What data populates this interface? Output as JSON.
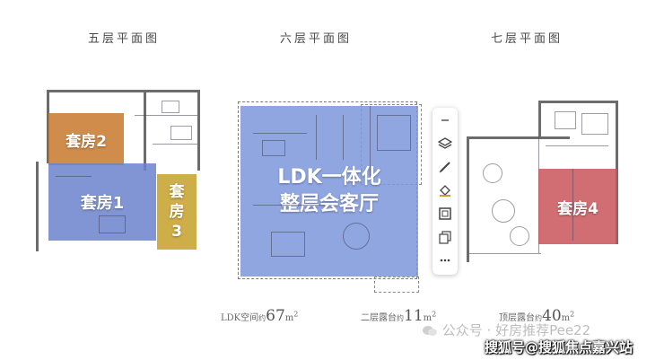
{
  "floors": {
    "fifth": {
      "title": "五层平面图"
    },
    "sixth": {
      "title": "六层平面图"
    },
    "seventh": {
      "title": "七层平面图"
    }
  },
  "rooms": {
    "suite2": {
      "label": "套房2",
      "color": "#c8782c"
    },
    "suite1": {
      "label": "套房1",
      "color": "#6b83cc"
    },
    "suite3_line1": "套",
    "suite3_line2": "房",
    "suite3_line3": "3",
    "suite3_color": "#c9a534",
    "ldk_line1": "LDK一体化",
    "ldk_line2": "整层会客厅",
    "ldk_color": "#7d97dc",
    "suite4": {
      "label": "套房4",
      "color": "#c9555c"
    }
  },
  "areas": {
    "ldk": {
      "prefix": "LDK空间",
      "small": "约",
      "value": "67",
      "unit": "m",
      "sup": "2"
    },
    "terrace": {
      "prefix": "二层露台",
      "small": "约",
      "value": "11",
      "unit": "m",
      "sup": "2"
    },
    "roof": {
      "prefix": "顶层露台",
      "small": "约",
      "value": "40",
      "unit": "m",
      "sup": "2"
    }
  },
  "toolbar": {
    "icons": [
      "minus-icon",
      "layers-icon",
      "pen-icon",
      "fill-icon",
      "frame-icon",
      "copy-icon",
      "more-icon"
    ]
  },
  "watermarks": {
    "wechat": "公众号 · 好房推荐Pee22",
    "sohu": "搜狐号@搜狐焦点嘉兴站"
  }
}
